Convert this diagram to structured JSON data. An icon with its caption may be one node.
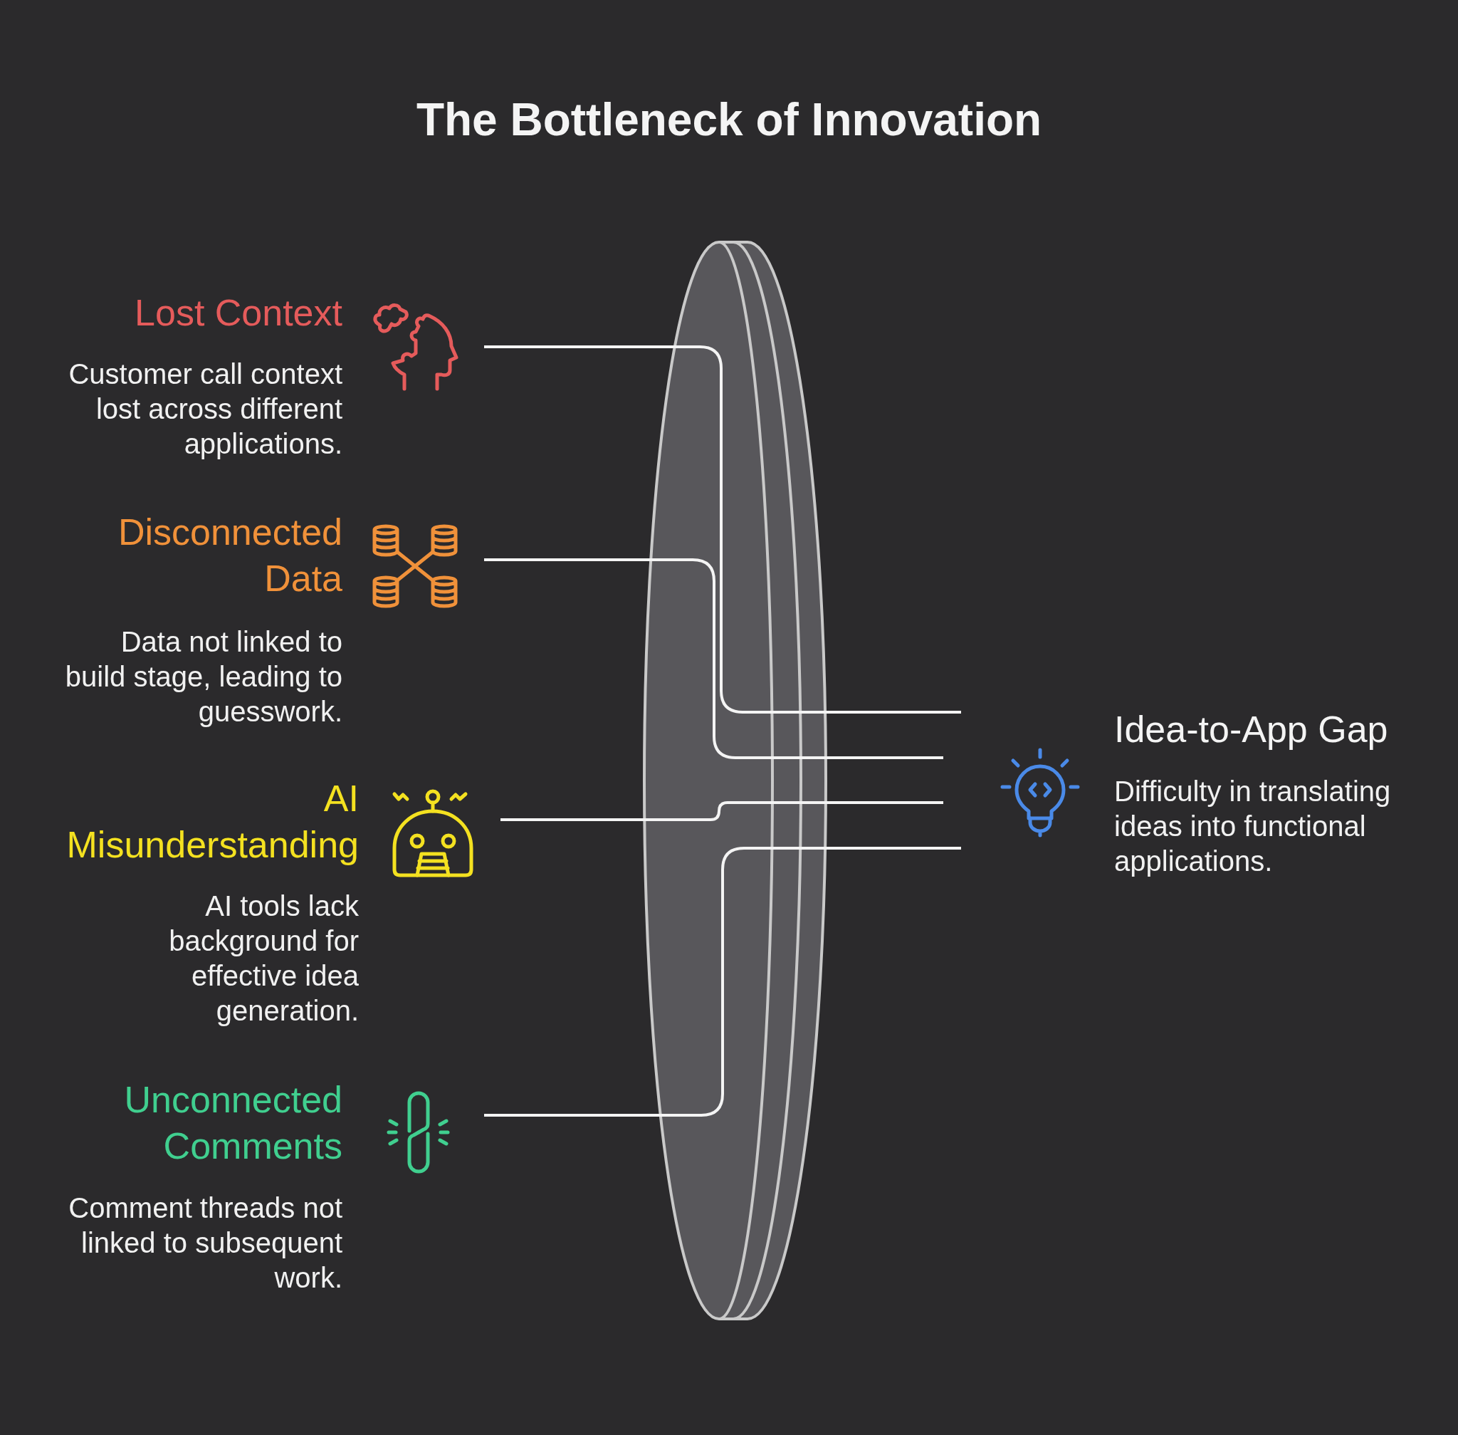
{
  "diagram": {
    "title": "The Bottleneck of Innovation",
    "nodes": [
      {
        "text": [
          "Lost Context",
          "Customer call context lost across different applications."
        ]
      },
      {
        "text": [
          "Disconnected Data",
          "Data not linked to build stage, leading to guesswork."
        ]
      },
      {
        "text": [
          "AI Misunderstanding",
          "AI tools lack background for effective idea generation."
        ]
      },
      {
        "text": [
          "Unconnected Comments",
          "Comment threads not linked to subsequent work."
        ]
      },
      {
        "text": [
          "Idea-to-App Gap",
          "Difficulty in translating ideas into functional applications."
        ]
      }
    ],
    "edges": [
      {
        "from": 0,
        "to": 4,
        "arrow": "none"
      },
      {
        "from": 1,
        "to": 4,
        "arrow": "none"
      },
      {
        "from": 2,
        "to": 4,
        "arrow": "none"
      },
      {
        "from": 3,
        "to": 4,
        "arrow": "none"
      }
    ]
  }
}
